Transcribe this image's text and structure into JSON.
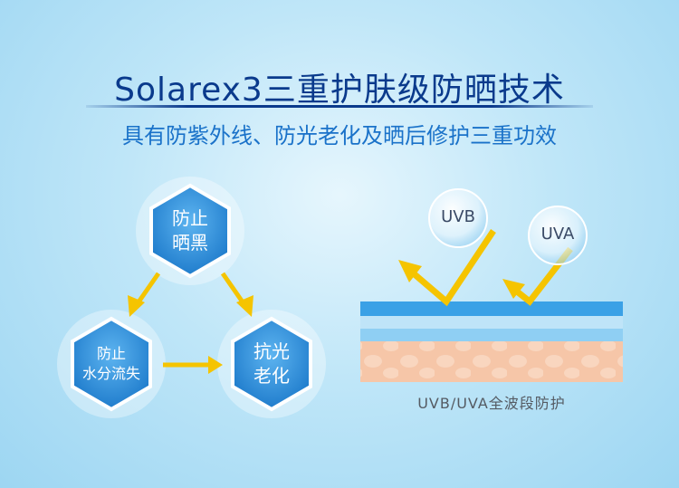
{
  "header": {
    "title": "Solarex3三重护肤级防晒技术",
    "subtitle": "具有防紫外线、防光老化及晒后修护三重功效"
  },
  "triad": {
    "top": {
      "line1": "防止",
      "line2": "晒黑"
    },
    "left": {
      "line1": "防止",
      "line2": "水分流失"
    },
    "right": {
      "line1": "抗光",
      "line2": "老化"
    }
  },
  "uv": {
    "uvb": "UVB",
    "uva": "UVA",
    "caption": "UVB/UVA全波段防护"
  },
  "colors": {
    "title": "#0a3a8c",
    "subtitle": "#1a72c9",
    "hex_fill": "#2f8fdd",
    "arrow": "#f5c400",
    "skin": "#f6c6a8"
  }
}
